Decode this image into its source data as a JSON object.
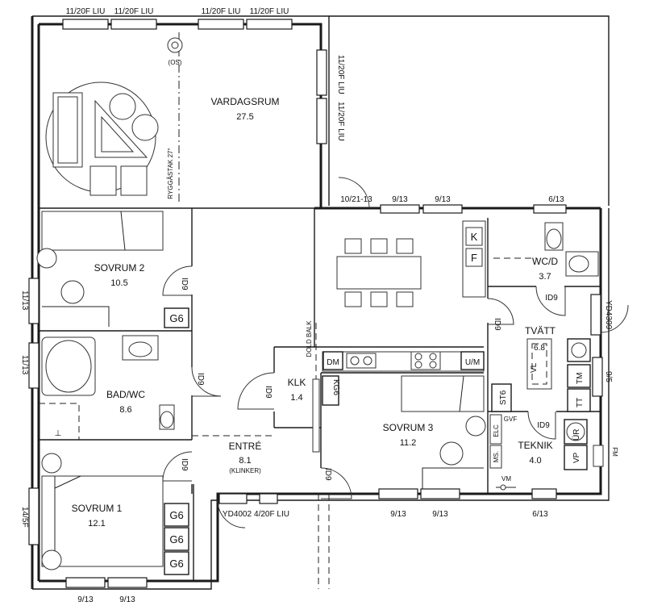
{
  "rooms": {
    "vardagsrum": {
      "name": "VARDAGSRUM",
      "area": "27.5"
    },
    "sovrum2": {
      "name": "SOVRUM 2",
      "area": "10.5"
    },
    "badwc": {
      "name": "BAD/WC",
      "area": "8.6"
    },
    "sovrum1": {
      "name": "SOVRUM 1",
      "area": "12.1"
    },
    "entre": {
      "name": "ENTRÉ",
      "area": "8.1",
      "note": "(KLINKER)"
    },
    "klk": {
      "name": "KLK",
      "area": "1.4"
    },
    "sovrum3": {
      "name": "SOVRUM 3",
      "area": "11.2"
    },
    "wcd": {
      "name": "WC/D",
      "area": "3.7"
    },
    "tvatt": {
      "name": "TVÄTT",
      "area": "6.8"
    },
    "teknik": {
      "name": "TEKNIK",
      "area": "4.0"
    }
  },
  "windows": {
    "top1": "11/20F LIU",
    "top2": "11/20F LIU",
    "top3": "11/20F LIU",
    "top4": "11/20F LIU",
    "right1": "11/20F LIU",
    "right2": "11/20F LIU",
    "door_1021": "10/21-13",
    "k1": "9/13",
    "k2": "9/13",
    "wc": "6/13",
    "left_sov2": "11/13",
    "left_bad": "11/13",
    "left_sov1": "14/5F",
    "bot1": "9/13",
    "bot2": "9/13",
    "bot_ent1": "YD4002",
    "bot_ent2": "4/20F LIU",
    "bot_s3a": "9/13",
    "bot_s3b": "9/13",
    "bot_tek": "6/13",
    "right_yd": "YD4309",
    "right_95": "9/5"
  },
  "doors": {
    "d1": "ID9",
    "d2": "ID9",
    "d3": "ID9",
    "d4": "ID9",
    "d5": "ID9",
    "d6": "ID9",
    "d7": "ID9",
    "d8": "ID9"
  },
  "annotations": {
    "ryggastak": "RYGGÅSTAK 27°",
    "os": "(OS)",
    "dold_balk": "DOLD BALK",
    "gvf": "GVF",
    "vm": "VM",
    "fm": "FM"
  },
  "fixtures": {
    "g6a": "G6",
    "g6b": "G6",
    "g6c": "G6",
    "g6d": "G6",
    "kg6": "KG6",
    "dm": "DM",
    "um": "U/M",
    "k": "K",
    "f": "F",
    "st6": "ST6",
    "elc": "ELC",
    "ms": "MS.",
    "vl": "VL",
    "tm": "TM",
    "tt": "TT",
    "vp": "VP",
    "ur": "ÜR"
  }
}
